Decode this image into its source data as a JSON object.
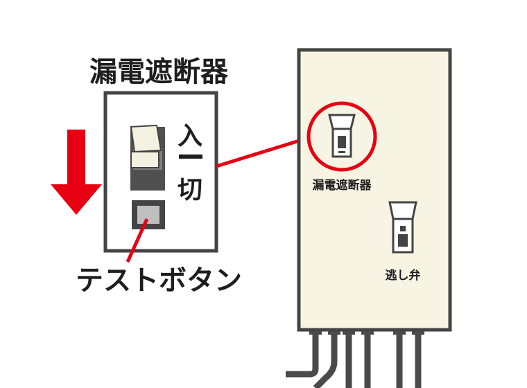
{
  "labels": {
    "breaker_title": "漏電遮断器",
    "on_label": "入",
    "off_label": "切",
    "test_button": "テストボタン",
    "panel_breaker_label": "漏電遮断器",
    "relief_valve_label": "逃し弁"
  },
  "colors": {
    "accent_red": "#e60012",
    "outline": "#444444",
    "panel_fill": "#f7f4e4",
    "pipe": "#4a4a4a",
    "toggle_dark": "#505050",
    "toggle_light": "#f4f1e0",
    "test_button_fill": "#bfbfbf"
  },
  "icons": {
    "arrow": "down-arrow-icon",
    "breaker": "breaker-switch-icon",
    "valve": "relief-valve-icon"
  }
}
